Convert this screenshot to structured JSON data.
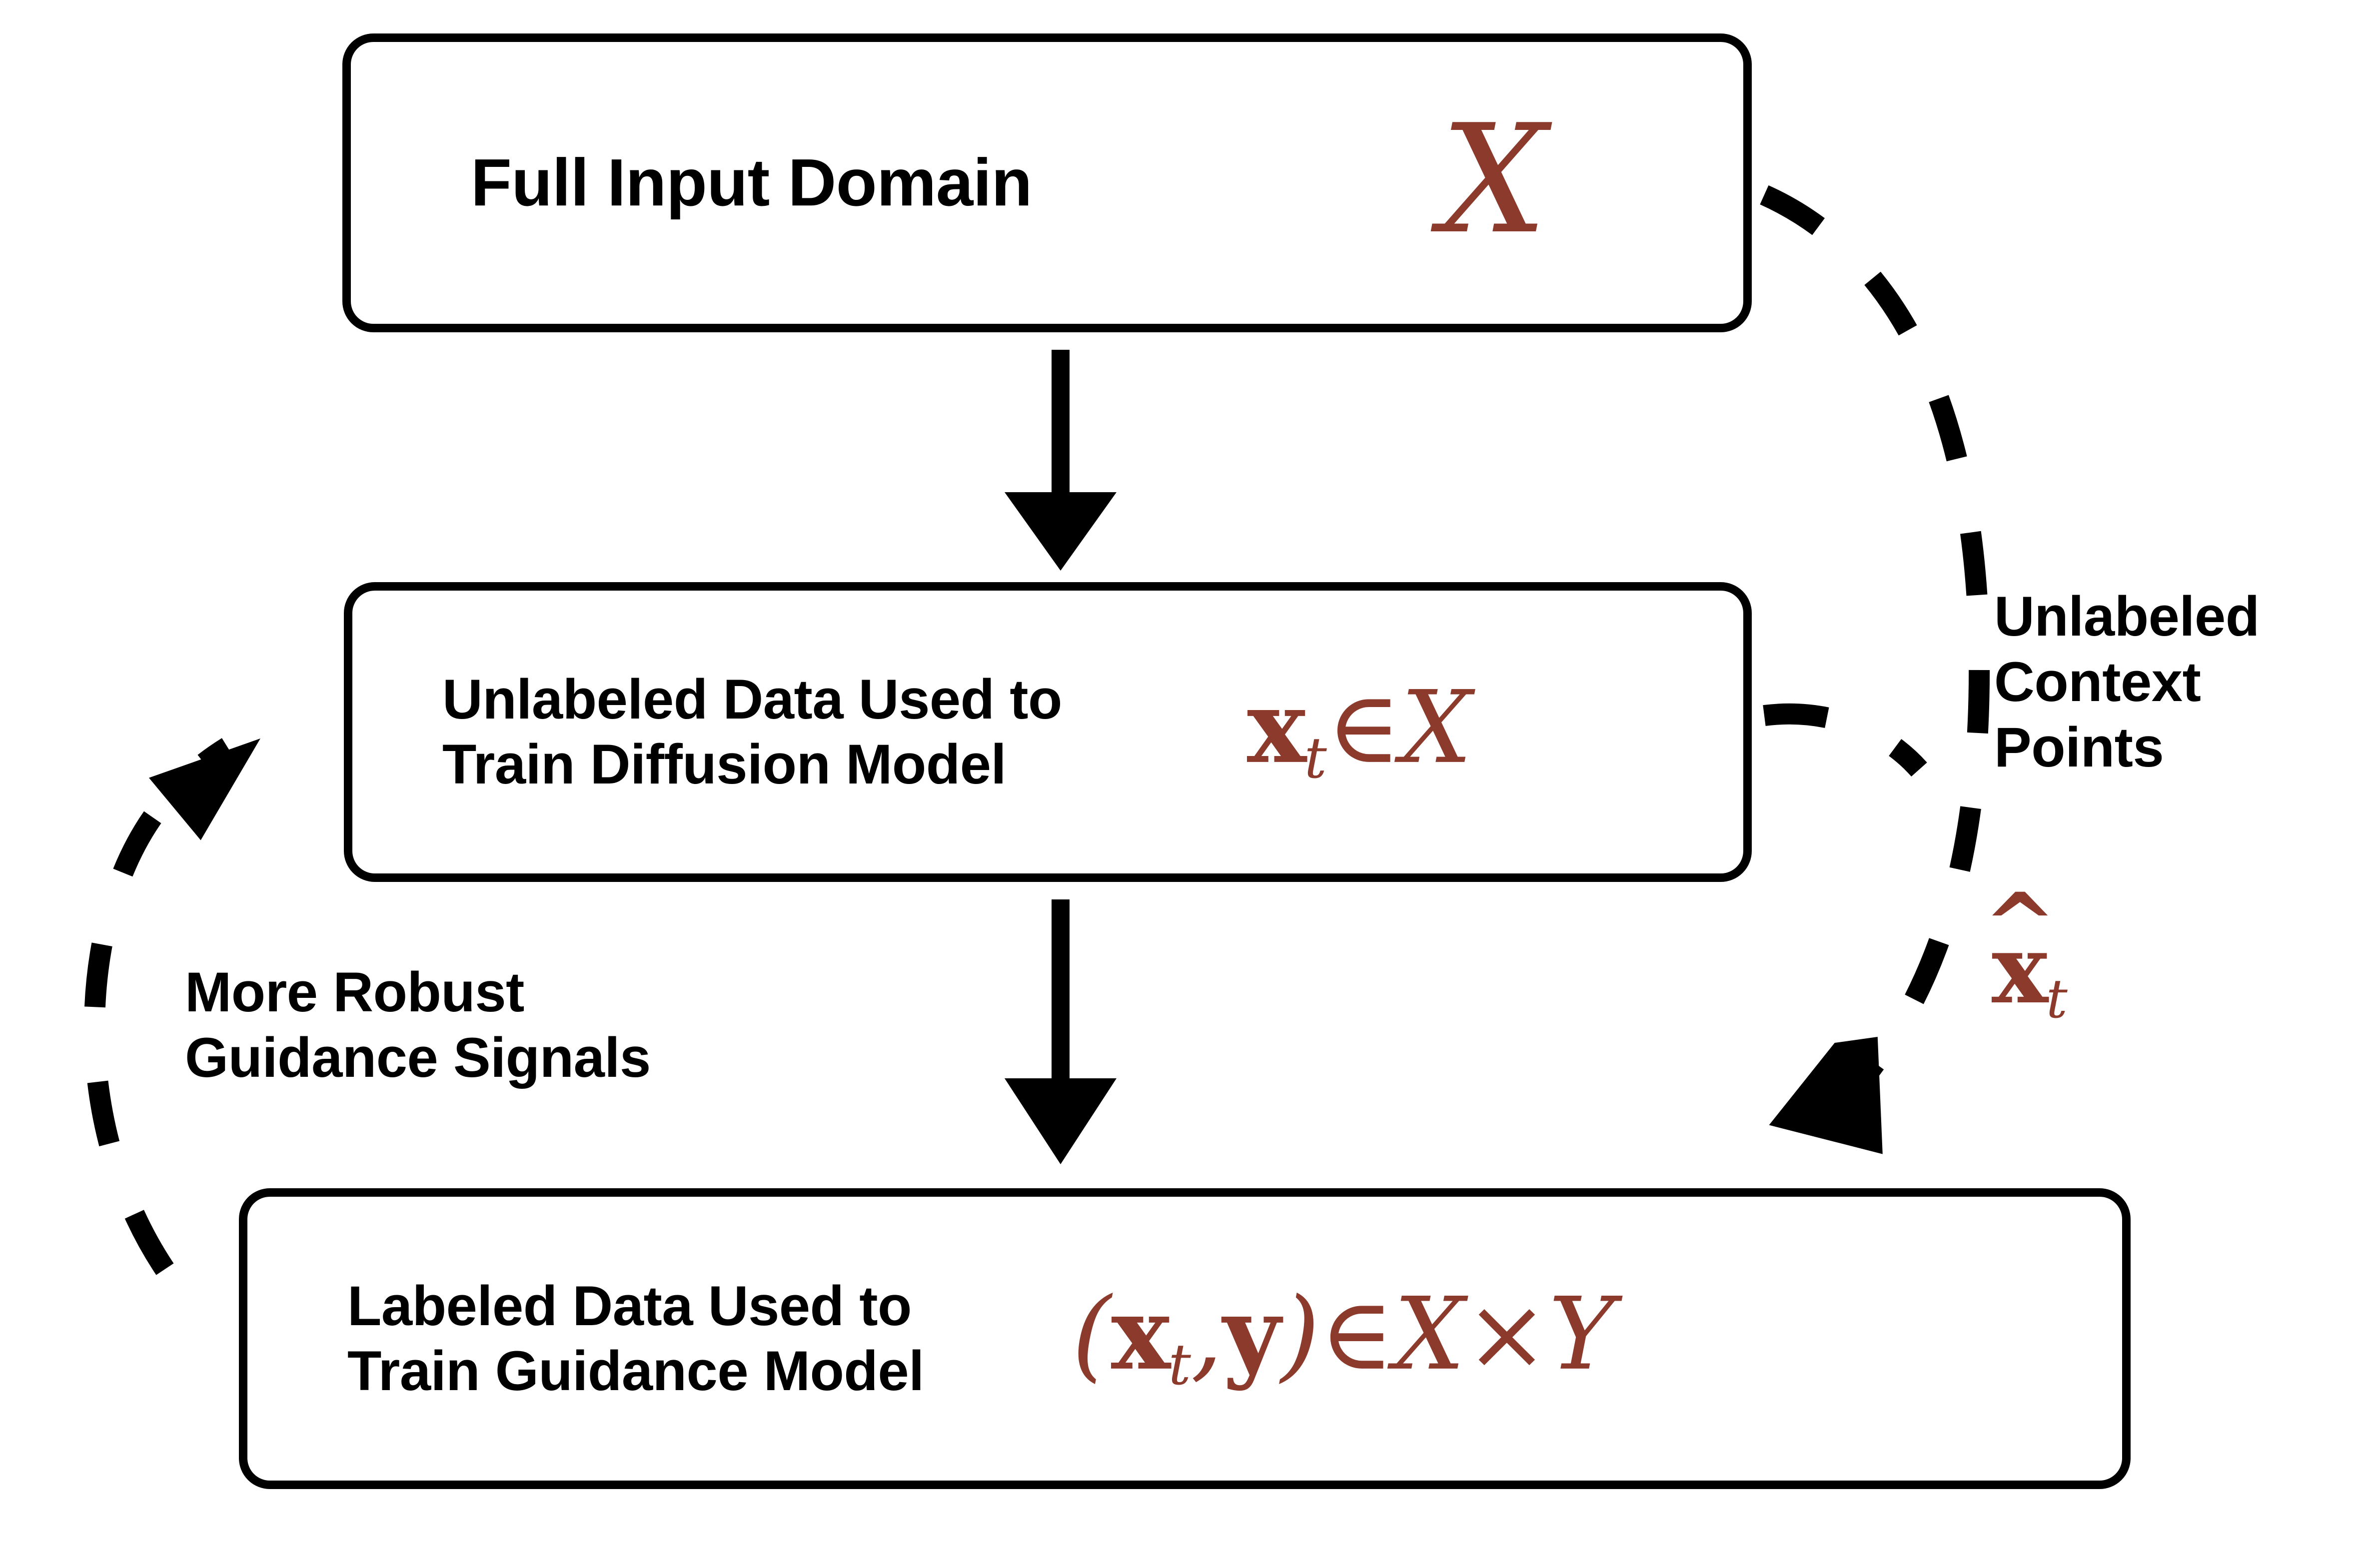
{
  "diagram": {
    "title_concept": "Semi-supervised diffusion guidance data flow",
    "accent_color": "#8B3A2B",
    "line_color": "#000000",
    "background": "#ffffff"
  },
  "boxes": [
    {
      "id": "full-input-domain",
      "label": "Full Input Domain",
      "math": "𝒳"
    },
    {
      "id": "unlabeled-data",
      "label": "Unlabeled Data Used to\nTrain Diffusion Model",
      "math": "x_t ∈ 𝒳"
    },
    {
      "id": "labeled-data",
      "label": "Labeled Data Used to\nTrain Guidance Model",
      "math": "(x_t , y) ∈ 𝒳 × 𝒴"
    }
  ],
  "math_tokens": {
    "cal_x": "X",
    "cal_y": "Y",
    "bold_x": "x",
    "bold_y": "y",
    "sub_t": "t",
    "elem_of": "∈",
    "times": "×",
    "lparen": "(",
    "rparen": ")",
    "comma": ",",
    "hat": "^"
  },
  "annotations": {
    "right": {
      "id": "unlabeled-context-points",
      "label": "Unlabeled\nContext\nPoints",
      "math": "x̂_t"
    },
    "left": {
      "id": "more-robust-guidance-signals",
      "label": "More Robust\nGuidance Signals"
    }
  },
  "arrows": [
    {
      "id": "arrow-top-to-middle",
      "style": "solid",
      "from": "full-input-domain",
      "to": "unlabeled-data"
    },
    {
      "id": "arrow-middle-to-bottom",
      "style": "solid",
      "from": "unlabeled-data",
      "to": "labeled-data"
    },
    {
      "id": "arrow-domain-to-labeled",
      "style": "dashed",
      "from": "full-input-domain",
      "to": "labeled-data"
    },
    {
      "id": "arrow-labeled-to-unlabeled",
      "style": "dashed",
      "from": "labeled-data",
      "to": "unlabeled-data"
    }
  ]
}
